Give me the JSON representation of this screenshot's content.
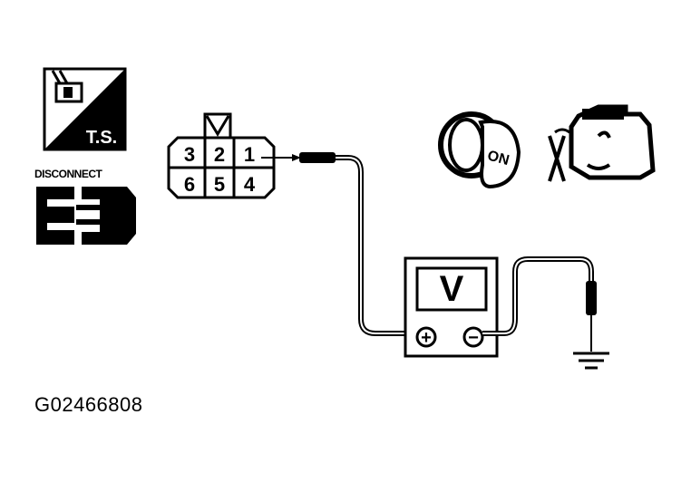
{
  "figure_id": "G02466808",
  "ts_icon": {
    "label": "T.S."
  },
  "disconnect_icon": {
    "label": "DISCONNECT"
  },
  "connector": {
    "terminals": [
      {
        "number": "3"
      },
      {
        "number": "2"
      },
      {
        "number": "1"
      },
      {
        "number": "6"
      },
      {
        "number": "5"
      },
      {
        "number": "4"
      }
    ]
  },
  "ignition_key": {
    "label": "ON"
  },
  "voltmeter": {
    "display": "V",
    "positive_symbol": "+",
    "negative_symbol": "−"
  },
  "colors": {
    "ink": "#000000",
    "paper": "#ffffff"
  }
}
